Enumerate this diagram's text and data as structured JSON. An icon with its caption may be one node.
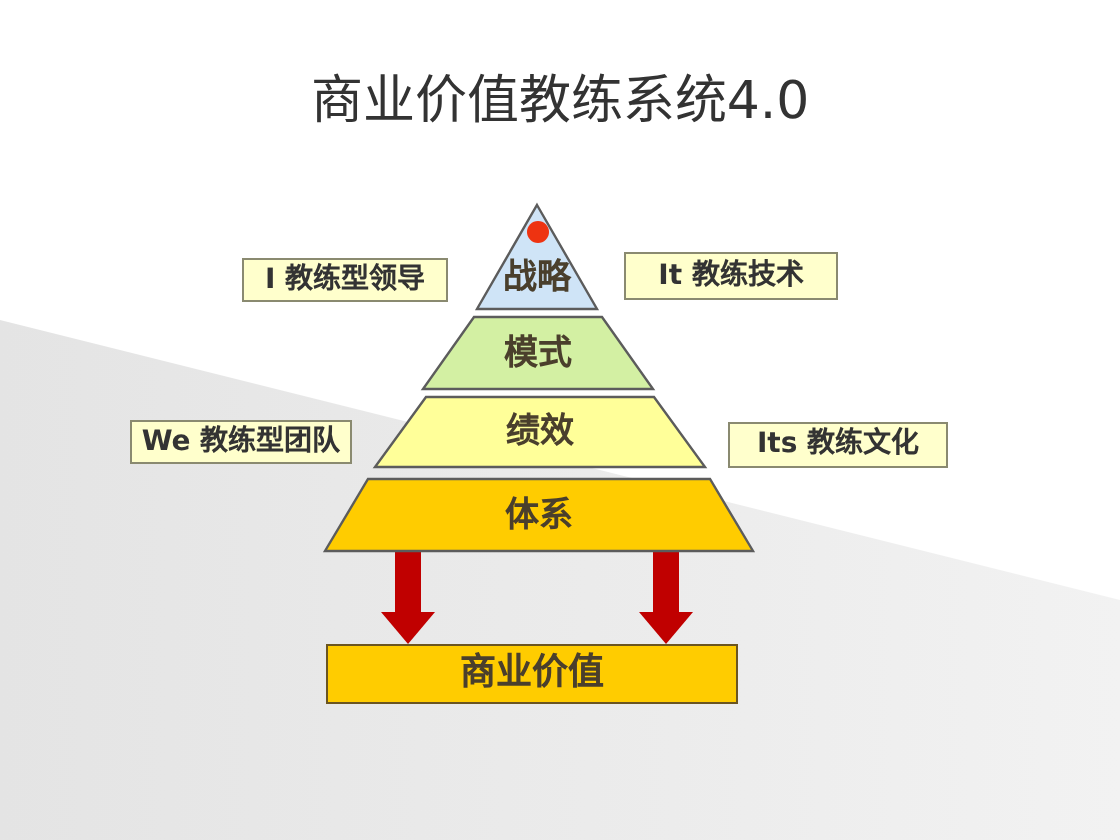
{
  "diagram": {
    "title": "商业价值教练系统4.0",
    "nodes": [
      {
        "text": [
          "I 教练型领导"
        ]
      },
      {
        "text": [
          "战略"
        ]
      },
      {
        "text": [
          "It 教练技术"
        ]
      },
      {
        "text": [
          "模式"
        ]
      },
      {
        "text": [
          "We 教练型团队"
        ]
      },
      {
        "text": [
          "绩效"
        ]
      },
      {
        "text": [
          "Its 教练文化"
        ]
      },
      {
        "text": [
          "体系"
        ]
      },
      {
        "text": [
          "商业价值"
        ]
      }
    ],
    "edges": [
      {
        "from": 7,
        "to": 8,
        "arrow": "to"
      },
      {
        "from": 7,
        "to": 8,
        "arrow": "to"
      }
    ]
  }
}
